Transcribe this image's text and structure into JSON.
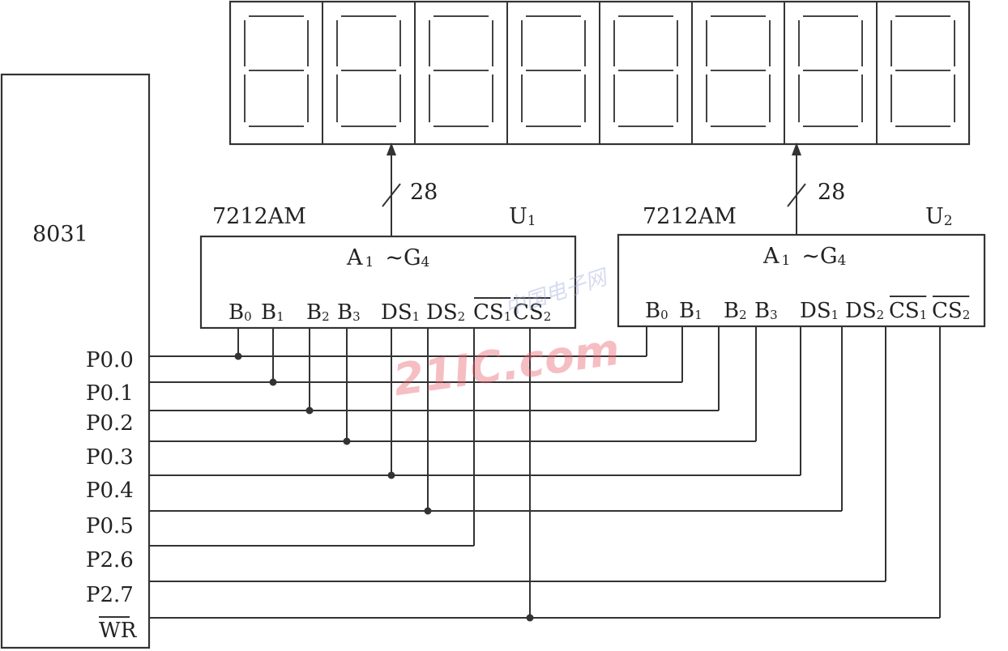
{
  "mcu": {
    "label": "8031"
  },
  "ports": [
    "P0.0",
    "P0.1",
    "P0.2",
    "P0.3",
    "P0.4",
    "P0.5",
    "P2.6",
    "P2.7",
    "WR"
  ],
  "drivers": [
    {
      "part": "7212AM",
      "ref": {
        "main": "U",
        "sub": "1"
      },
      "outputs": {
        "a": "A",
        "a_sub": "1",
        "tilde": "~G",
        "g_sub": "4"
      },
      "bus_width": "28",
      "pins": [
        {
          "main": "B",
          "sub": "0",
          "overbar": false
        },
        {
          "main": "B",
          "sub": "1",
          "overbar": false
        },
        {
          "main": "B",
          "sub": "2",
          "overbar": false
        },
        {
          "main": "B",
          "sub": "3",
          "overbar": false
        },
        {
          "main": "DS",
          "sub": "1",
          "overbar": false
        },
        {
          "main": "DS",
          "sub": "2",
          "overbar": false
        },
        {
          "main": "CS",
          "sub": "1",
          "overbar": true
        },
        {
          "main": "CS",
          "sub": "2",
          "overbar": true
        }
      ]
    },
    {
      "part": "7212AM",
      "ref": {
        "main": "U",
        "sub": "2"
      },
      "outputs": {
        "a": "A",
        "a_sub": "1",
        "tilde": "~G",
        "g_sub": "4"
      },
      "bus_width": "28",
      "pins": [
        {
          "main": "B",
          "sub": "0",
          "overbar": false
        },
        {
          "main": "B",
          "sub": "1",
          "overbar": false
        },
        {
          "main": "B",
          "sub": "2",
          "overbar": false
        },
        {
          "main": "B",
          "sub": "3",
          "overbar": false
        },
        {
          "main": "DS",
          "sub": "1",
          "overbar": false
        },
        {
          "main": "DS",
          "sub": "2",
          "overbar": false
        },
        {
          "main": "CS",
          "sub": "1",
          "overbar": true
        },
        {
          "main": "CS",
          "sub": "2",
          "overbar": true
        }
      ]
    }
  ],
  "display": {
    "digit_count": 8
  },
  "watermark": {
    "text": "21IC.com",
    "cn": "中国电子网",
    "color": "#e8606e"
  }
}
